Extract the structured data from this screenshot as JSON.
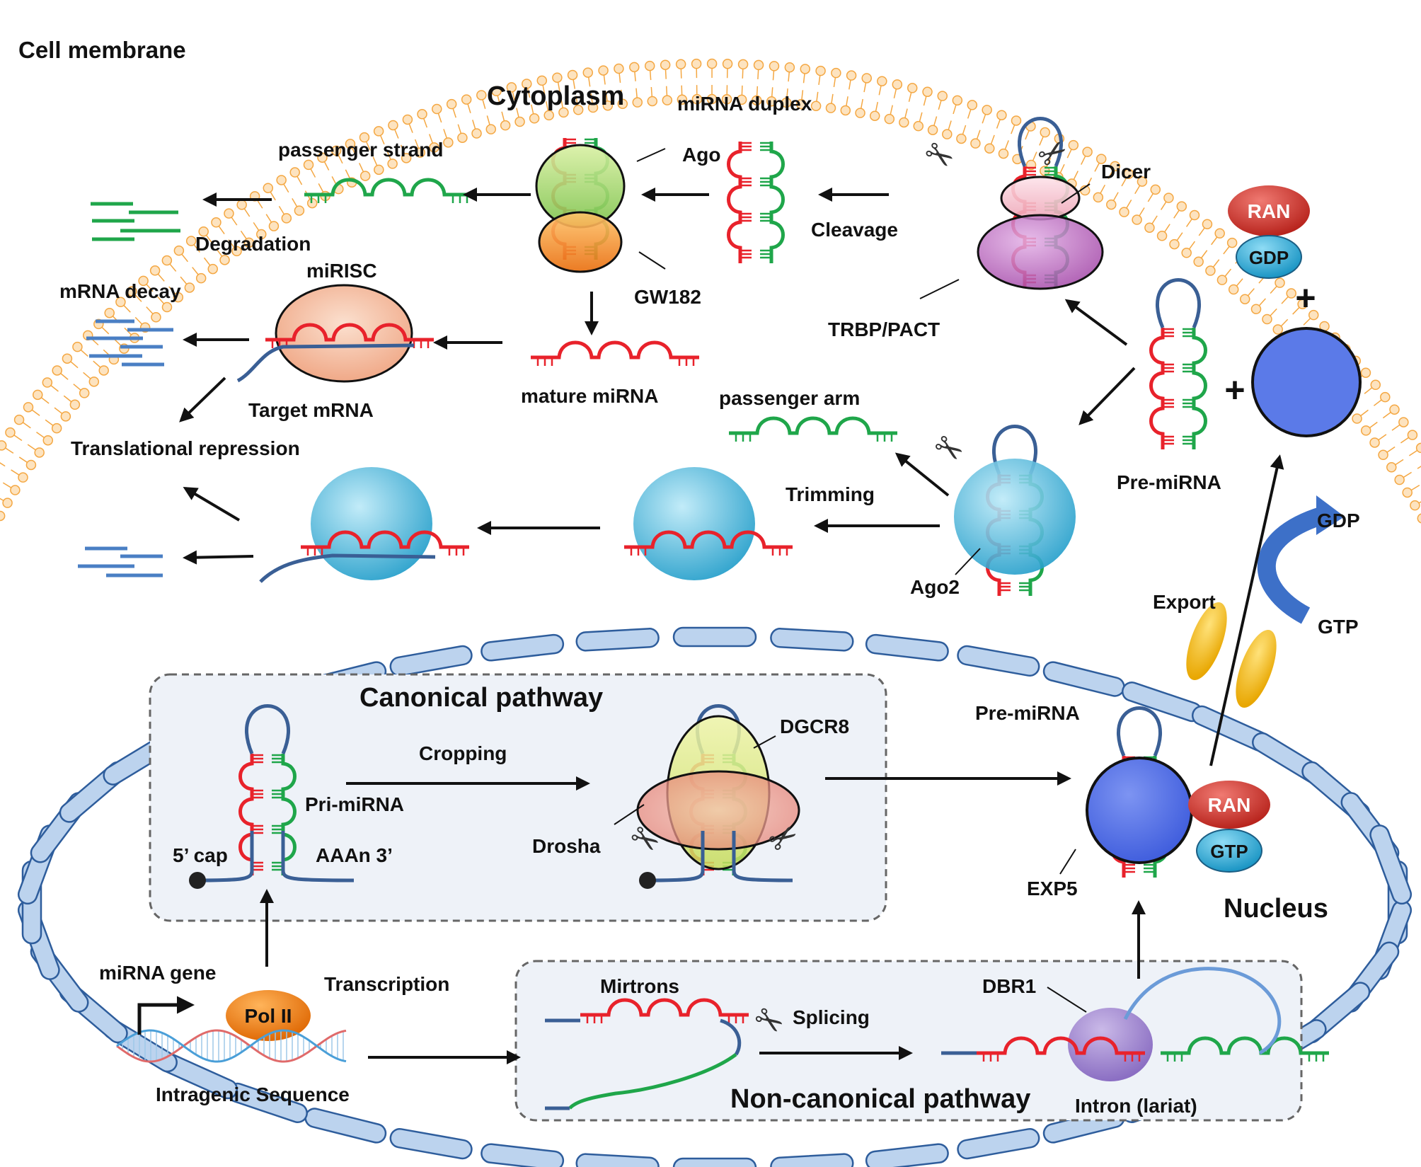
{
  "labels": {
    "cell_membrane": "Cell membrane",
    "cytoplasm": "Cytoplasm",
    "nucleus": "Nucleus",
    "mirna_duplex": "miRNA duplex",
    "ago": "Ago",
    "gw182": "GW182",
    "passenger_strand": "passenger strand",
    "degradation": "Degradation",
    "mirisc": "miRISC",
    "mrna_decay": "mRNA decay",
    "target_mrna": "Target mRNA",
    "translational_repression": "Translational repression",
    "mature_mirna": "mature miRNA",
    "cleavage": "Cleavage",
    "dicer": "Dicer",
    "trbp_pact": "TRBP/PACT",
    "passenger_arm": "passenger arm",
    "trimming": "Trimming",
    "ago2": "Ago2",
    "pre_mirna_cyto": "Pre-miRNA",
    "pre_mirna_nuc": "Pre-miRNA",
    "ran_cyto": "RAN",
    "gdp_cyto": "GDP",
    "plus_top": "+",
    "plus_mid": "+",
    "gdp_arrow": "GDP",
    "gtp_arrow": "GTP",
    "export": "Export",
    "canonical_pathway": "Canonical pathway",
    "cropping": "Cropping",
    "dgcr8": "DGCR8",
    "pri_mirna": "Pri-miRNA",
    "five_cap": "5’ cap",
    "aaan": "AAAn 3’",
    "drosha": "Drosha",
    "exp5": "EXP5",
    "ran_nuc": "RAN",
    "gtp_nuc": "GTP",
    "mirna_gene": "miRNA gene",
    "pol2": "Pol II",
    "transcription": "Transcription",
    "intragenic": "Intragenic Sequence",
    "mirtrons": "Mirtrons",
    "splicing": "Splicing",
    "dbr1": "DBR1",
    "noncanonical": "Non-canonical pathway",
    "intron_lariat": "Intron (lariat)"
  },
  "colors": {
    "membrane": "#f4a742",
    "nuclear_envelope_fill": "#bcd3ee",
    "nuclear_envelope_stroke": "#2e5d9c",
    "mirna_red": "#e8222b",
    "strand_green": "#1fa64a",
    "rna_blue": "#3a5f95",
    "ago_green": "#a6d86a",
    "gw182_orange": "#f08a1c",
    "dicer_pink": "#f2b6c3",
    "trbp_purple": "#c165c4",
    "ago2_cyan": "#39b3de",
    "exp5_blue": "#4f6fe8",
    "ran_red": "#d63a33",
    "gdp_cyan": "#3cb4de",
    "export_yellow": "#f7c21a",
    "pol2_orange": "#f08a1c",
    "dbr1_purple": "#9a7cc9",
    "mirisc_peach": "#f5c4a9"
  }
}
